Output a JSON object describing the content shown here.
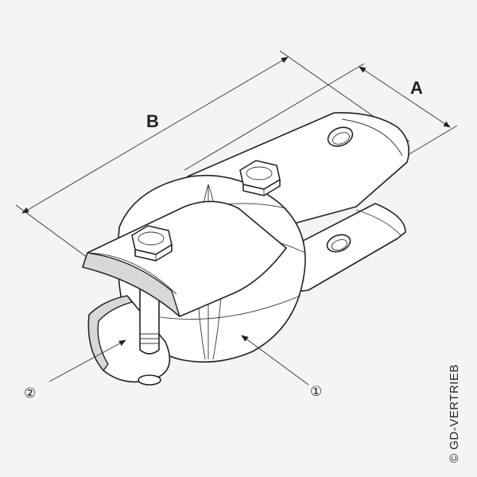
{
  "diagram": {
    "dimension_labels": {
      "a": "A",
      "b": "B"
    },
    "callouts": {
      "one": "①",
      "two": "②"
    },
    "copyright": "© GD-VERTRIEB"
  },
  "colors": {
    "background": "#f4f4f4",
    "line": "#222222",
    "fill": "#ffffff",
    "shade": "#d8d8d8"
  }
}
